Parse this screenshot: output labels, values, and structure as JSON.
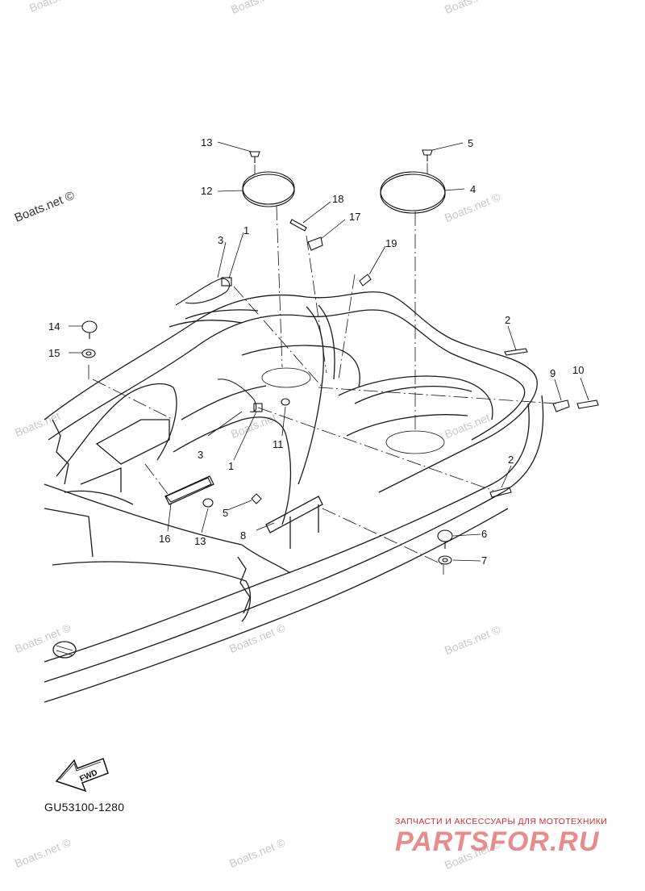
{
  "diagram": {
    "part_code": "GU53100-1280",
    "fwd_label": "FWD",
    "callouts": [
      "13",
      "5",
      "12",
      "4",
      "18",
      "17",
      "3",
      "1",
      "19",
      "14",
      "15",
      "2",
      "9",
      "10",
      "11",
      "3",
      "1",
      "2",
      "16",
      "13",
      "5",
      "8",
      "6",
      "7"
    ]
  },
  "watermarks": {
    "site": "Boats.net",
    "site_copy": "Boats.net ©"
  },
  "shop": {
    "tagline": "ЗАПЧАСТИ И АКСЕССУАРЫ ДЛЯ МОТОТЕХНИКИ",
    "logo": "PARTSFOR.RU"
  }
}
